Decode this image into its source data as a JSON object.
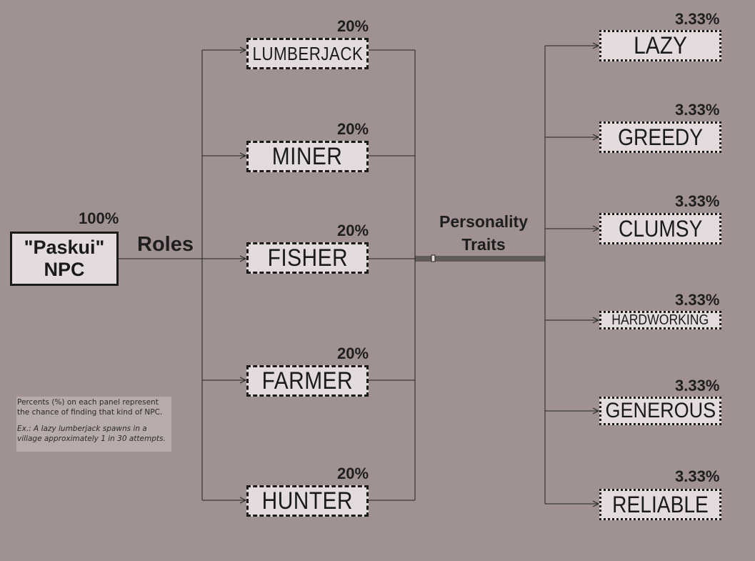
{
  "root": {
    "line1": "\"Paskui\"",
    "line2": "NPC",
    "percent": "100%"
  },
  "roles_label": "Roles",
  "traits_label": {
    "line1": "Personality",
    "line2": "Traits"
  },
  "roles": [
    {
      "label": "LUMBERJACK",
      "percent": "20%"
    },
    {
      "label": "MINER",
      "percent": "20%"
    },
    {
      "label": "FISHER",
      "percent": "20%"
    },
    {
      "label": "FARMER",
      "percent": "20%"
    },
    {
      "label": "HUNTER",
      "percent": "20%"
    }
  ],
  "traits": [
    {
      "label": "LAZY",
      "percent": "3.33%"
    },
    {
      "label": "GREEDY",
      "percent": "3.33%"
    },
    {
      "label": "CLUMSY",
      "percent": "3.33%"
    },
    {
      "label": "HARDWORKING",
      "percent": "3.33%"
    },
    {
      "label": "GENEROUS",
      "percent": "3.33%"
    },
    {
      "label": "RELIABLE",
      "percent": "3.33%"
    }
  ],
  "note": {
    "line1": "Percents (%) on each panel represent the chance of finding that kind of NPC.",
    "line2": "Ex.: A lazy lumberjack spawns in a village approximately 1 in 30 attempts."
  }
}
